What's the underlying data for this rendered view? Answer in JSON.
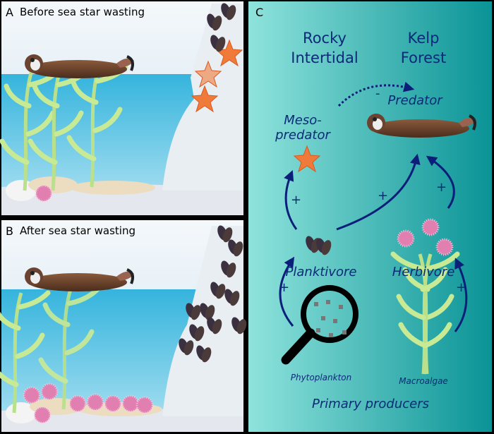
{
  "panel_a": {
    "letter": "A",
    "title": "Before sea star wasting"
  },
  "panel_b": {
    "letter": "B",
    "title": "After sea star wasting"
  },
  "panel_c": {
    "letter": "C",
    "habitats": [
      "Rocky Intertidal",
      "Kelp Forest"
    ],
    "roles": {
      "predator": "Predator",
      "meso_predator": "Meso-predator",
      "planktivore": "Planktivore",
      "herbivore": "Herbivore",
      "phytoplankton": "Phytoplankton",
      "macroalgae": "Macroalgae",
      "primary_producers": "Primary producers"
    },
    "signs": {
      "negative": "-",
      "positive": "+"
    }
  },
  "colors": {
    "arrow": "#0b1f7a",
    "water": "#2fb0d8",
    "teal_left": "#8fe3dc",
    "teal_right": "#0a9396"
  }
}
